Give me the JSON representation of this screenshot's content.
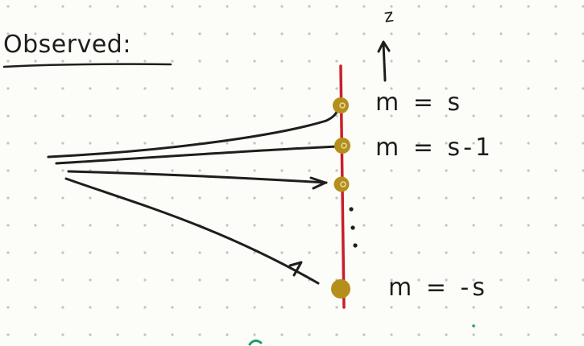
{
  "title": "Observed:",
  "axis_label": "z",
  "levels": [
    {
      "label": "m = s"
    },
    {
      "label": "m = s-1"
    },
    {
      "label": "m = -s"
    }
  ],
  "colors": {
    "background": "#fcfcf9",
    "grid_dot": "#bfc4c9",
    "ink": "#1e1e1e",
    "axis_line": "#c8202a",
    "state_dot": "#b58f1c",
    "stray_mark": "#1f9e63"
  }
}
